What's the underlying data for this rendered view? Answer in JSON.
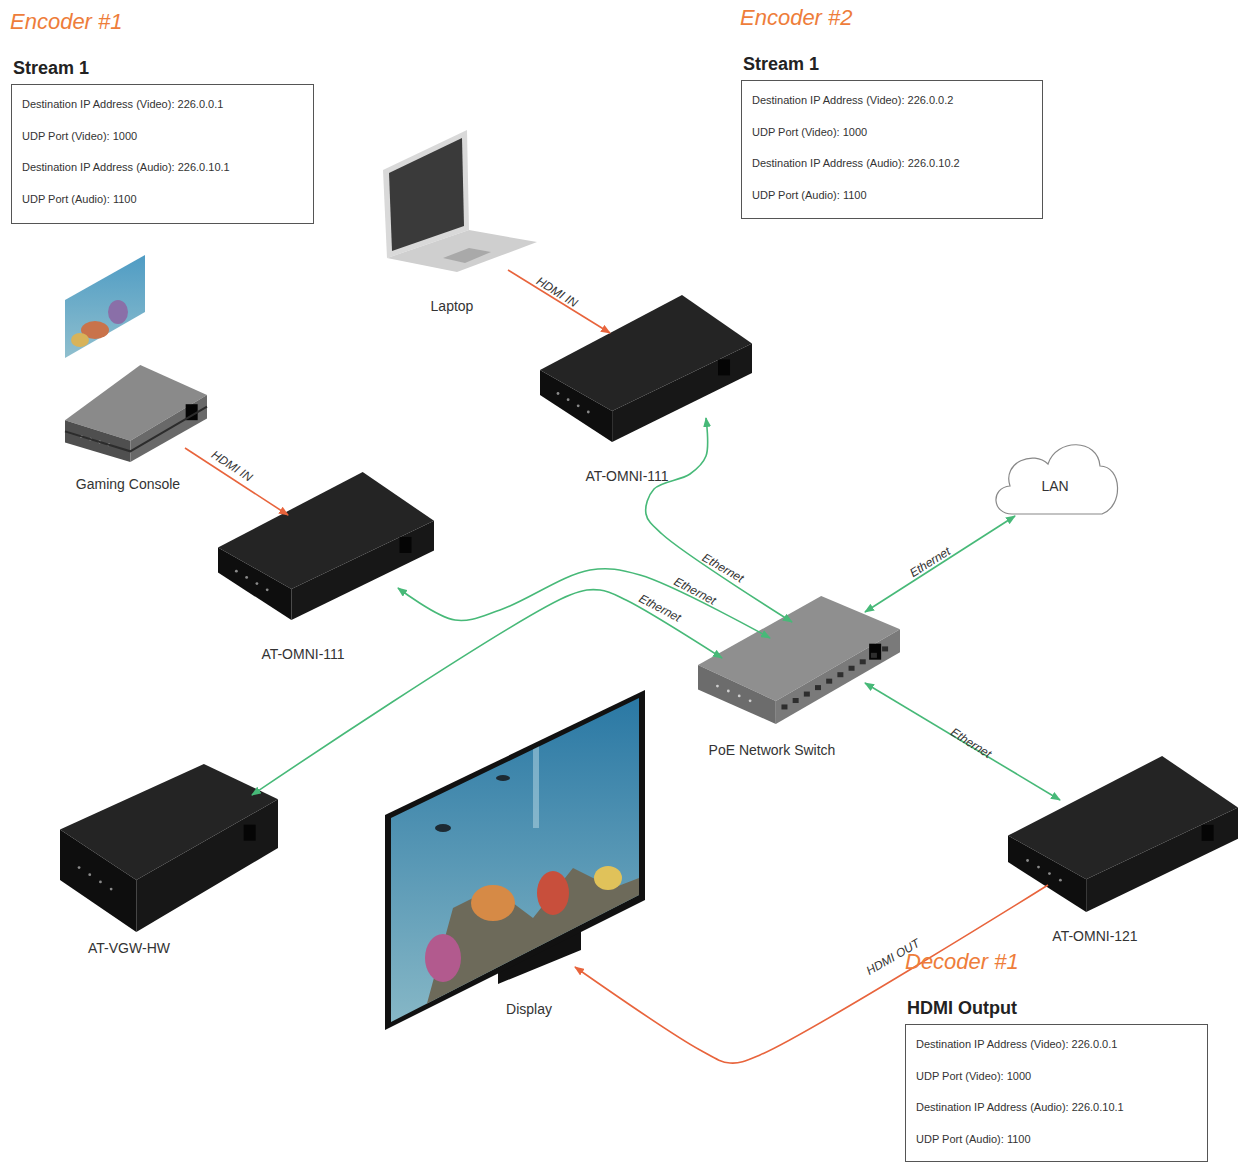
{
  "diagram": {
    "nodes": [
      {
        "text": [
          "Stream 1",
          "Destination IP Address (Video): 226.0.0.1",
          "UDP Port (Video): 1000",
          "Destination IP Address (Audio): 226.0.10.1",
          "UDP Port (Audio): 1100"
        ]
      },
      {
        "text": [
          "Stream 1",
          "Destination IP Address (Video): 226.0.0.2",
          "UDP Port (Video): 1000",
          "Destination IP Address (Audio): 226.0.10.2",
          "UDP Port (Audio): 1100"
        ]
      },
      {
        "text": [
          "Laptop"
        ]
      },
      {
        "text": [
          "AT-OMNI-111"
        ]
      },
      {
        "text": [
          "Gaming Console"
        ]
      },
      {
        "text": [
          "LAN"
        ]
      },
      {
        "text": [
          "AT-OMNI-111"
        ]
      },
      {
        "text": [
          "PoE Network Switch"
        ]
      },
      {
        "text": [
          "AT-VGW-HW"
        ]
      },
      {
        "text": [
          "Display"
        ]
      },
      {
        "text": [
          "AT-OMNI-121"
        ]
      },
      {
        "text": [
          "HDMI Output",
          "Destination IP Address (Video): 226.0.0.1",
          "UDP Port (Video): 1000",
          "Destination IP Address (Audio): 226.0.10.1",
          "UDP Port (Audio): 1100"
        ]
      }
    ],
    "edges": [
      {
        "from": 2,
        "to": 3,
        "arrow": "to",
        "label": "HDMI IN"
      },
      {
        "from": 4,
        "to": 6,
        "arrow": "to",
        "label": "HDMI IN"
      },
      {
        "from": 3,
        "to": 7,
        "arrow": "both",
        "label": "Ethernet"
      },
      {
        "from": 6,
        "to": 7,
        "arrow": "both",
        "label": "Ethernet"
      },
      {
        "from": 8,
        "to": 7,
        "arrow": "both",
        "label": "Ethernet"
      },
      {
        "from": 5,
        "to": 7,
        "arrow": "both",
        "label": "Ethernet"
      },
      {
        "from": 7,
        "to": 10,
        "arrow": "both",
        "label": "Ethernet"
      },
      {
        "from": 10,
        "to": 9,
        "arrow": "to",
        "label": "HDMI OUT"
      }
    ],
    "labels": [
      "Encoder #1",
      "Encoder #2",
      "Decoder #1"
    ]
  }
}
